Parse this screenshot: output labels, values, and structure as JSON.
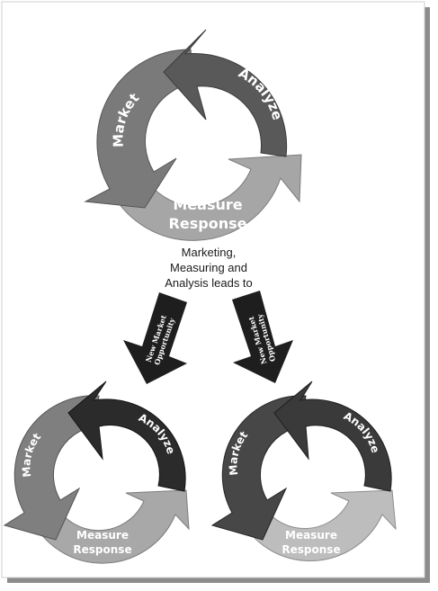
{
  "top_cycle": {
    "market_label": "Market",
    "analyze_label": "Analyze",
    "measure_line1": "Measure",
    "measure_line2": "Response"
  },
  "caption": {
    "line1": "Marketing,",
    "line2": "Measuring and",
    "line3": "Analysis leads to"
  },
  "left_arrow": {
    "line1": "New Market",
    "line2": "Opportunity"
  },
  "right_arrow": {
    "line1": "New Market",
    "line2": "Opportunity"
  },
  "bottom_left_cycle": {
    "market_label": "Market",
    "analyze_label": "Analyze",
    "measure_line1": "Measure",
    "measure_line2": "Response"
  },
  "bottom_right_cycle": {
    "market_label": "Market",
    "analyze_label": "Analyze",
    "measure_line1": "Measure",
    "measure_line2": "Response"
  },
  "colors": {
    "market_top": "#7a7a7a",
    "analyze_top": "#595959",
    "measure_top": "#a6a6a6",
    "market_bl": "#7f7f7f",
    "analyze_bl": "#2b2b2b",
    "measure_bl": "#a8a8a8",
    "market_br": "#474747",
    "analyze_br": "#3a3a3a",
    "measure_br": "#bdbdbd",
    "down_arrow": "#1e1e1e",
    "frame_shadow": "#8c8c8c"
  }
}
